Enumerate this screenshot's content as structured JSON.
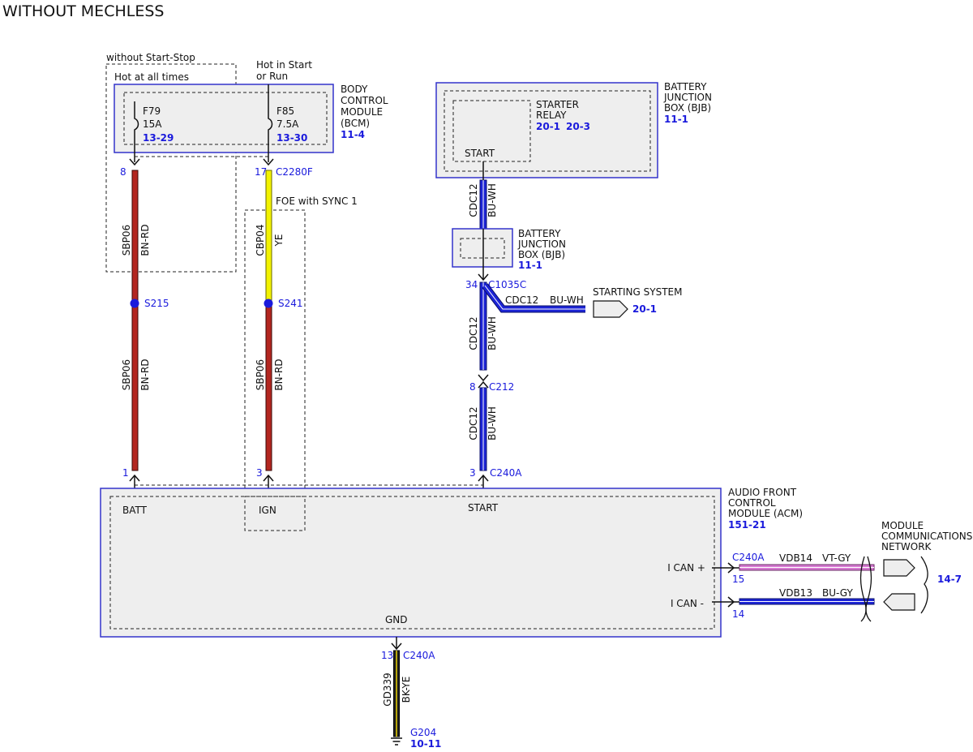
{
  "title": "WITHOUT MECHLESS",
  "colors": {
    "box_border": "#3333cc",
    "box_fill": "#eeeeee",
    "dash": "#222222",
    "ref_blue": "#1a1adc",
    "wire_bn_rd": "#b32620",
    "wire_ye": "#f2f200",
    "wire_bu_wh": "#1c24d6",
    "wire_vt_gy": "#d77ad2",
    "wire_bk_ye": "#1e1e1e",
    "splice": "#1a1adc"
  },
  "annotations": {
    "without_start_stop": "without Start-Stop",
    "hot_at_all_times": "Hot at all times",
    "hot_in_start_1": "Hot in Start",
    "hot_in_start_2": "or Run",
    "foe_with_sync": "FOE with SYNC 1"
  },
  "bcm": {
    "name_lines": [
      "BODY",
      "CONTROL",
      "MODULE",
      "(BCM)"
    ],
    "ref": "11-4",
    "fuse_f79": {
      "name": "F79",
      "rating": "15A",
      "ref": "13-29"
    },
    "fuse_f85": {
      "name": "F85",
      "rating": "7.5A",
      "ref": "13-30"
    }
  },
  "bjb_top": {
    "name_lines": [
      "BATTERY",
      "JUNCTION",
      "BOX (BJB)"
    ],
    "ref": "11-1",
    "relay_lines": [
      "STARTER",
      "RELAY"
    ],
    "relay_ref_1": "20-1",
    "relay_ref_2": "20-3",
    "start_label": "START"
  },
  "bjb_mid": {
    "name_lines": [
      "BATTERY",
      "JUNCTION",
      "BOX (BJB)"
    ],
    "ref": "11-1"
  },
  "starting_system": {
    "label": "STARTING SYSTEM",
    "ref": "20-1"
  },
  "wires": {
    "sbp06": "SBP06",
    "bn_rd": "BN-RD",
    "cbp04": "CBP04",
    "ye": "YE",
    "cdc12": "CDC12",
    "bu_wh": "BU-WH",
    "vdb14": "VDB14",
    "vt_gy": "VT-GY",
    "vdb13": "VDB13",
    "bu_gy": "BU-GY",
    "gd339": "GD339",
    "bk_ye": "BK-YE"
  },
  "connectors": {
    "pin_8_left": "8",
    "c2280f_pin": "17",
    "c2280f": "C2280F",
    "s215": "S215",
    "s241": "S241",
    "c1035c_pin": "34",
    "c1035c": "C1035C",
    "c212_pin": "8",
    "c212": "C212",
    "acm_pin_1": "1",
    "acm_pin_3a": "3",
    "acm_pin_3b": "3",
    "c240a_top": "C240A",
    "c240a_right": "C240A",
    "pin_15": "15",
    "pin_14": "14",
    "gnd_pin": "13",
    "c240a_gnd": "C240A"
  },
  "acm": {
    "name_lines": [
      "AUDIO FRONT",
      "CONTROL",
      "MODULE (ACM)"
    ],
    "ref": "151-21",
    "batt": "BATT",
    "ign": "IGN",
    "start": "START",
    "gnd": "GND",
    "i_can_plus": "I CAN +",
    "i_can_minus": "I CAN -"
  },
  "network": {
    "name_lines": [
      "MODULE",
      "COMMUNICATIONS",
      "NETWORK"
    ],
    "ref": "14-7"
  },
  "ground": {
    "name": "G204",
    "ref": "10-11"
  }
}
